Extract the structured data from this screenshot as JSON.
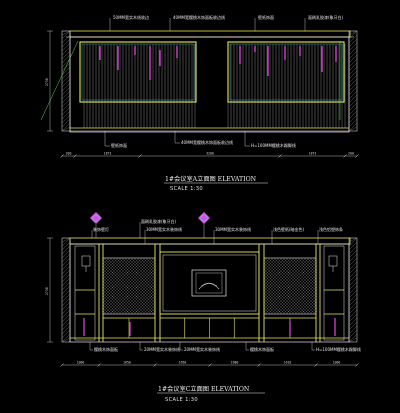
{
  "drawing_a": {
    "callouts_top": [
      "50MM宽实木线收边",
      "40MM宽樱桃木饰面板收边线",
      "壁纸饰面",
      "面刷乳胶漆(象牙白)"
    ],
    "callouts_bottom": [
      "壁纸饰面",
      "40MM宽樱桃木饰面板收边线",
      "H=100MM樱桃木踢脚线"
    ],
    "dims_bottom": [
      "200",
      "1873",
      "3200",
      "1873",
      "200"
    ],
    "dim_left": "2750",
    "title": "1#会议室A立面图 ELEVATION",
    "scale": "SCALE 1:30"
  },
  "drawing_c": {
    "callouts_top": [
      "装饰壁灯",
      "面刷乳胶漆(象牙白)",
      "30MM宽实木装饰线",
      "30MM宽实木装饰线",
      "浅色壁纸(暗金色)",
      "浅色铝塑饰条"
    ],
    "callouts_bottom": [
      "樱桃木饰面板",
      "20MM宽实木装饰线",
      "20MM宽实木装饰线",
      "樱桃木饰面板",
      "H=100MM樱桃木踢脚线"
    ],
    "dims_bottom": [
      "1000",
      "1650",
      "1650",
      "1680",
      "1610",
      "1000"
    ],
    "dim_left": "2750",
    "title": "1#会议室C立面图 ELEVATION",
    "scale": "SCALE 1:30"
  },
  "colors": {
    "background": "#000000",
    "line_white": "#e6e6e6",
    "line_yellow": "#e8e85a",
    "line_magenta": "#e04ce0",
    "line_cyan": "#3fd8e8",
    "line_green": "#5ad85a",
    "line_red": "#e04a4a"
  }
}
